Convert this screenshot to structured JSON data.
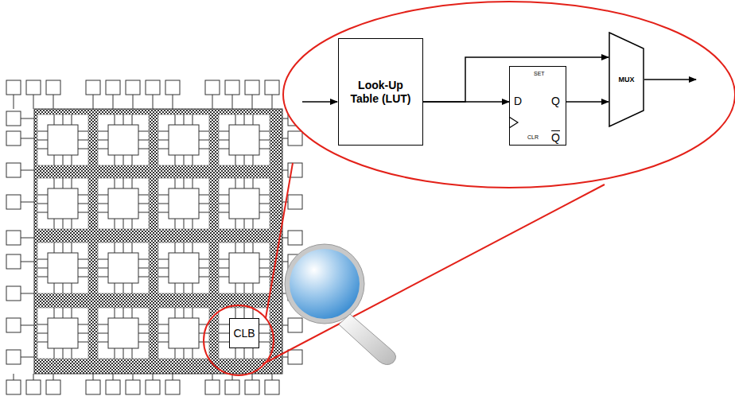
{
  "diagram": {
    "nodes": [
      {
        "text": [
          "Look-Up Table (LUT)"
        ]
      },
      {
        "text": [
          "D",
          "SET",
          "Q",
          "CLR",
          "Q"
        ]
      },
      {
        "text": [
          "MUX"
        ]
      },
      {
        "text": [
          "CLB"
        ]
      }
    ],
    "edges": [
      {
        "from": 0,
        "to": 1,
        "arrow": "to"
      },
      {
        "from": 0,
        "to": 2,
        "arrow": "to"
      },
      {
        "from": 1,
        "to": 2,
        "arrow": "to"
      }
    ]
  }
}
